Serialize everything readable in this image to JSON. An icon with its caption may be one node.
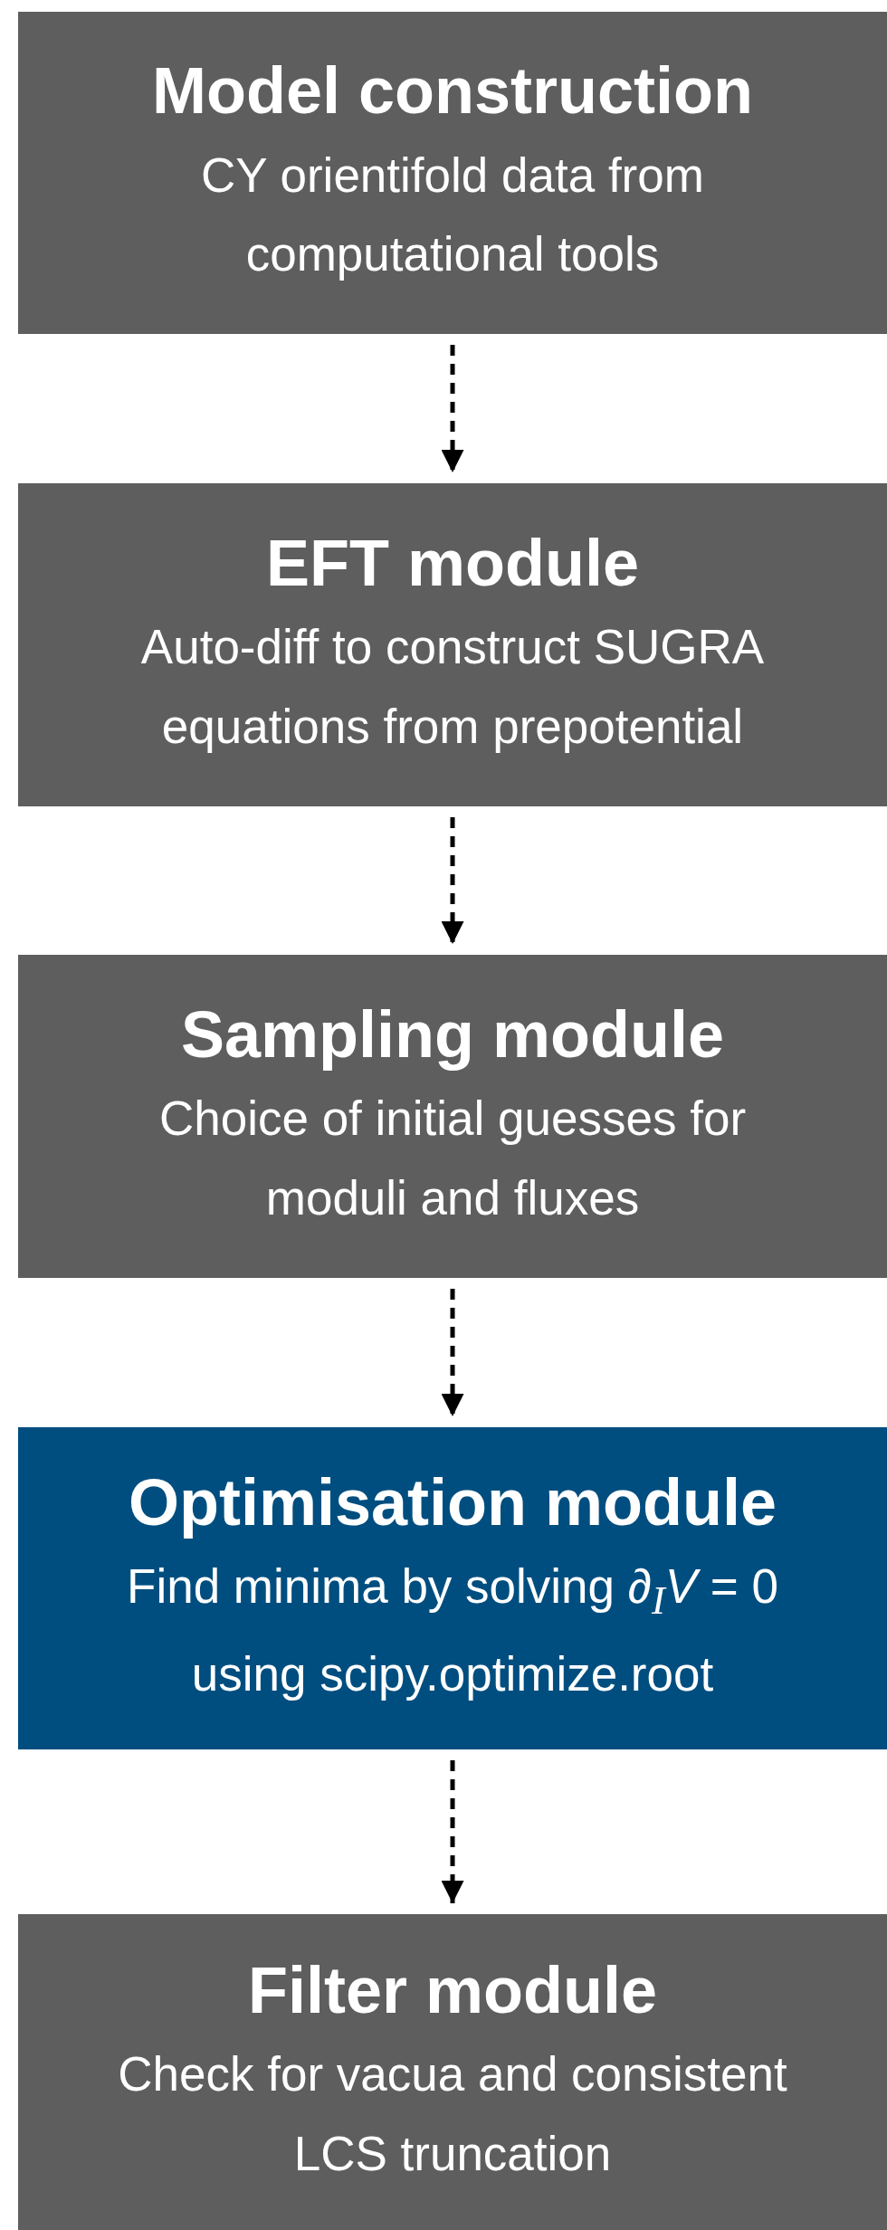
{
  "diagram": {
    "nodes": [
      {
        "text": [
          "Model construction",
          "CY orientifold data from computational tools"
        ]
      },
      {
        "text": [
          "EFT module",
          "Auto-diff to construct SUGRA equations from prepotential"
        ]
      },
      {
        "text": [
          "Sampling module",
          "Choice of initial guesses for moduli and fluxes"
        ]
      },
      {
        "text": [
          "Optimisation module",
          "Find minima by solving *∂*$_{I}$*V* = 0 using scipy.optimize.root"
        ]
      },
      {
        "text": [
          "Filter module",
          "Check for vacua and consistent LCS truncation"
        ]
      }
    ],
    "edges": [
      {
        "from": 0,
        "to": 1,
        "arrow": "to",
        "style": "dashed"
      },
      {
        "from": 1,
        "to": 2,
        "arrow": "to",
        "style": "dashed"
      },
      {
        "from": 2,
        "to": 3,
        "arrow": "to",
        "style": "dashed"
      },
      {
        "from": 3,
        "to": 4,
        "arrow": "to",
        "style": "dashed"
      }
    ]
  }
}
